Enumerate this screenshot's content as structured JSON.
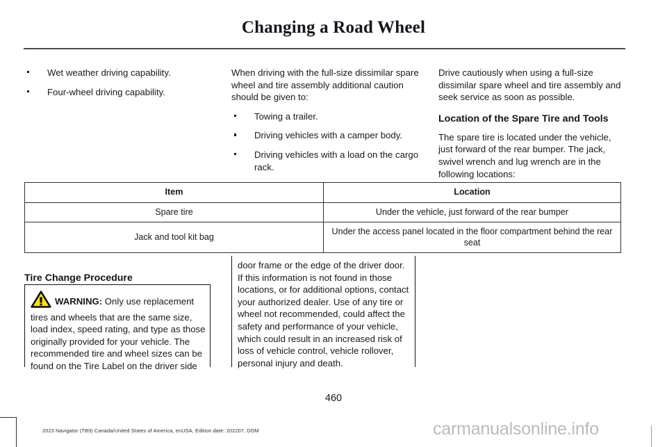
{
  "document": {
    "title": "Changing a Road Wheel",
    "page_number": "460",
    "imprint": "2023 Navigator (TB9) Canada/United States of America, enUSA, Edition date: 202207, DOM",
    "watermark": "carmanualsonline.info"
  },
  "column_left": {
    "bullets": [
      "Wet weather driving capability.",
      "Four-wheel driving capability."
    ]
  },
  "column_middle": {
    "intro": "When driving with the full-size dissimilar spare wheel and tire assembly additional caution should be given to:",
    "bullets": [
      "Towing a trailer.",
      "Driving vehicles with a camper body.",
      "Driving vehicles with a load on the cargo rack."
    ]
  },
  "column_right": {
    "paragraph_1": "Drive cautiously when using a full-size dissimilar spare wheel and tire assembly and seek service as soon as possible.",
    "heading": "Location of the Spare Tire and Tools",
    "paragraph_2": "The spare tire is located under the vehicle, just forward of the rear bumper. The jack, swivel wrench and lug wrench are in the following locations:"
  },
  "table": {
    "headers": [
      "Item",
      "Location"
    ],
    "rows": [
      [
        "Spare tire",
        "Under the vehicle, just forward of the rear bumper"
      ],
      [
        "Jack and tool kit bag",
        "Under the access panel located in the floor compartment behind the rear seat"
      ]
    ]
  },
  "procedure": {
    "heading": "Tire Change Procedure",
    "warning_label": "WARNING:",
    "warning_text_part1": " Only use replacement tires and wheels that are the same size, load index, speed rating, and type as those originally provided for your vehicle. The recommended tire and wheel sizes can be found on the Tire Label on the driver side",
    "warning_text_part2": "door frame or the edge of the driver door. If this information is not found in those locations, or for additional options, contact your authorized dealer. Use of any tire or wheel not recommended, could affect the safety and performance of your vehicle, which could result in an increased risk of loss of vehicle control, vehicle rollover, personal injury and death."
  },
  "colors": {
    "warning_triangle_fill": "#FFE400",
    "warning_triangle_stroke": "#111111",
    "text": "#16181c",
    "rule": "#4a4a4e"
  }
}
